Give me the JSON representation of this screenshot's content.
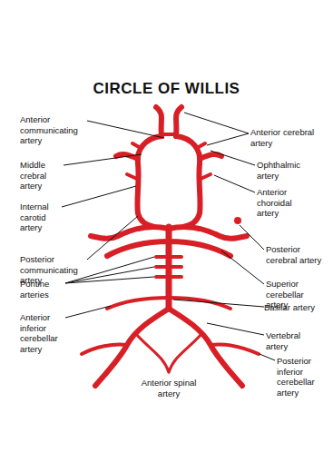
{
  "diagram": {
    "title": "CIRCLE OF WILLIS",
    "labels": [
      "Anterior communicating artery",
      "Anterior cerebral artery",
      "Ophthalmic artery",
      "Middle crebral artery",
      "Anterior choroidal artery",
      "Internal carotid artery",
      "Posterior cerebral artery",
      "Posterior communicating artery",
      "Superior cerebellar artery",
      "Pontine arteries",
      "Basilar artery",
      "Anterior inferior cerebellar artery",
      "Vertebral artery",
      "Posterior inferior cerebellar artery",
      "Anterior spinal artery"
    ]
  }
}
